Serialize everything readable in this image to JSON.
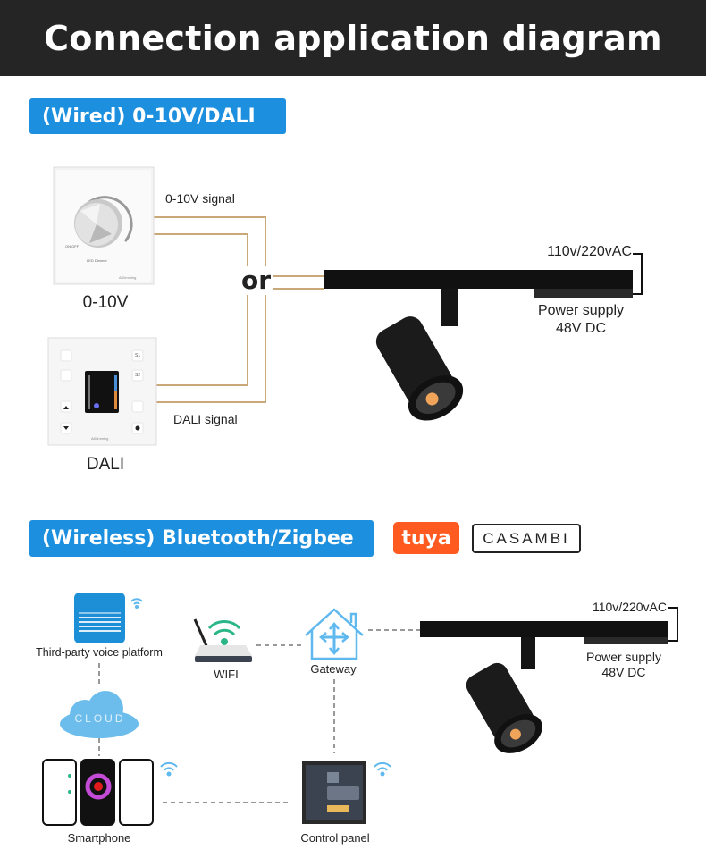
{
  "title": "Connection application diagram",
  "wired": {
    "badge": "(Wired) 0-10V/DALI",
    "signal_010v": "0-10V signal",
    "signal_dali": "DALI signal",
    "or": "or",
    "dimmer_label": "0-10V",
    "dali_label": "DALI",
    "dimmer_onoff": "ON OFF",
    "dimmer_name": "LED Dimmer",
    "brand": "AiDimming",
    "dali_buttons": [
      "S1",
      "S2"
    ],
    "mains": "110v/220vAC",
    "power_supply": "Power supply",
    "power_voltage": "48V DC"
  },
  "wireless": {
    "badge": "(Wireless) Bluetooth/Zigbee",
    "tuya_logo": "tuya",
    "casambi_logo": "CASAMBI",
    "voice_platform": "Third-party voice platform",
    "cloud": "CLOUD",
    "smartphone": "Smartphone",
    "wifi": "WIFI",
    "gateway": "Gateway",
    "control_panel": "Control panel",
    "mains": "110v/220vAC",
    "power_supply": "Power supply",
    "power_voltage": "48V DC"
  },
  "colors": {
    "header": "#252525",
    "badge": "#1c8fde",
    "wire": "#c9a97a",
    "tuya": "#ff5a1f",
    "light_blue": "#5fb8ee",
    "wifi_green": "#2bb68a"
  }
}
